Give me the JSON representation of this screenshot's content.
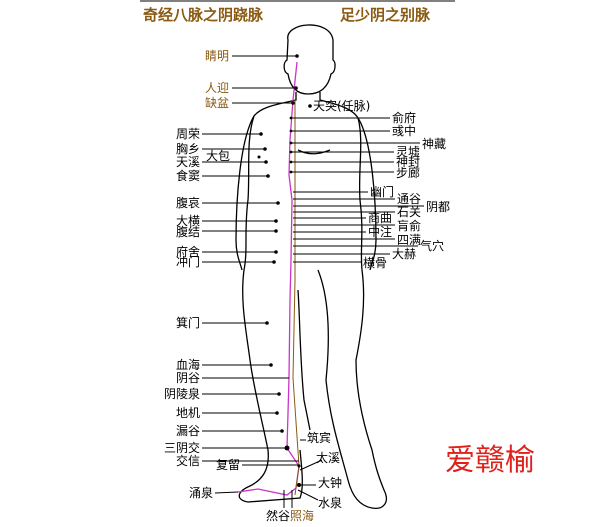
{
  "title_left": "奇经八脉之阴跷脉",
  "title_right": "足少阴之别脉",
  "signature": "爱赣榆",
  "colors": {
    "title": "#8a5a12",
    "meridian": "#cc33cc",
    "signature": "#e0201a"
  },
  "left_labels": {
    "jingming": "睛明",
    "renying": "人迎",
    "quepen": "缺盆",
    "zhourong": "周荣",
    "xiongxiang": "胸乡",
    "dabao": "大包",
    "tianxi": "天溪",
    "shidou": "食窦",
    "fuai": "腹哀",
    "daheng": "大横",
    "fujie": "腹结",
    "fushe": "府舍",
    "chongmen": "冲门",
    "jimen": "箕门",
    "xuehai": "血海",
    "yingu": "阴谷",
    "yinlingquan": "阴陵泉",
    "diji": "地机",
    "lougu": "漏谷",
    "sanyinjiao": "三阴交",
    "jiaoxin": "交信",
    "fuliu": "复留",
    "yongquan": "涌泉",
    "rangu": "然谷",
    "zhaohai": "照海"
  },
  "right_labels": {
    "tiantu": "天突(任脉)",
    "shufu": "俞府",
    "yuzhong": "彧中",
    "shencang": "神藏",
    "lingxu": "灵墟",
    "shenfeng": "神封",
    "bulang": "步廊",
    "youmen": "幽门",
    "tonggu": "通谷",
    "yindu": "阴都",
    "shiguan": "石关",
    "shangqu": "商曲",
    "huangshu": "肓俞",
    "zhongzhu": "中注",
    "siman": "四满",
    "qixue": "气穴",
    "dahe": "大赫",
    "henggu": "横骨",
    "zhubin": "筑宾",
    "taixi": "太溪",
    "dazhong": "大钟",
    "shuiquan": "水泉"
  }
}
